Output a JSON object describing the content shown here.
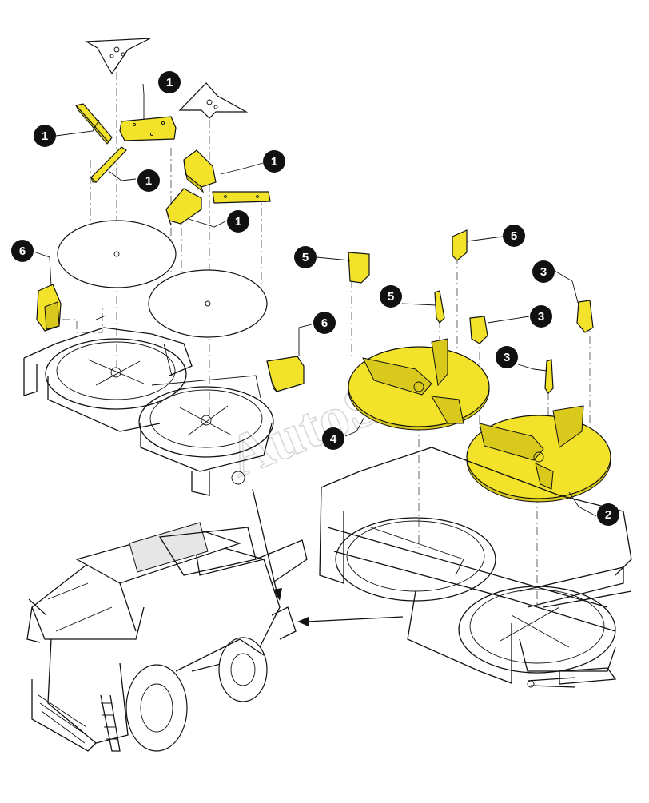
{
  "diagram": {
    "callouts": [
      {
        "id": "c1a",
        "label": "1"
      },
      {
        "id": "c1b",
        "label": "1"
      },
      {
        "id": "c1c",
        "label": "1"
      },
      {
        "id": "c1d",
        "label": "1"
      },
      {
        "id": "c1e",
        "label": "1"
      },
      {
        "id": "c6a",
        "label": "6"
      },
      {
        "id": "c6b",
        "label": "6"
      },
      {
        "id": "c5a",
        "label": "5"
      },
      {
        "id": "c5b",
        "label": "5"
      },
      {
        "id": "c5c",
        "label": "5"
      },
      {
        "id": "c3a",
        "label": "3"
      },
      {
        "id": "c3b",
        "label": "3"
      },
      {
        "id": "c3c",
        "label": "3"
      },
      {
        "id": "c4",
        "label": "4"
      },
      {
        "id": "c2",
        "label": "2"
      }
    ],
    "watermark": "AutoSoft",
    "colors": {
      "highlight": "#f2e32a",
      "line": "#111111",
      "callout_fill": "#111111",
      "callout_text": "#ffffff"
    }
  }
}
